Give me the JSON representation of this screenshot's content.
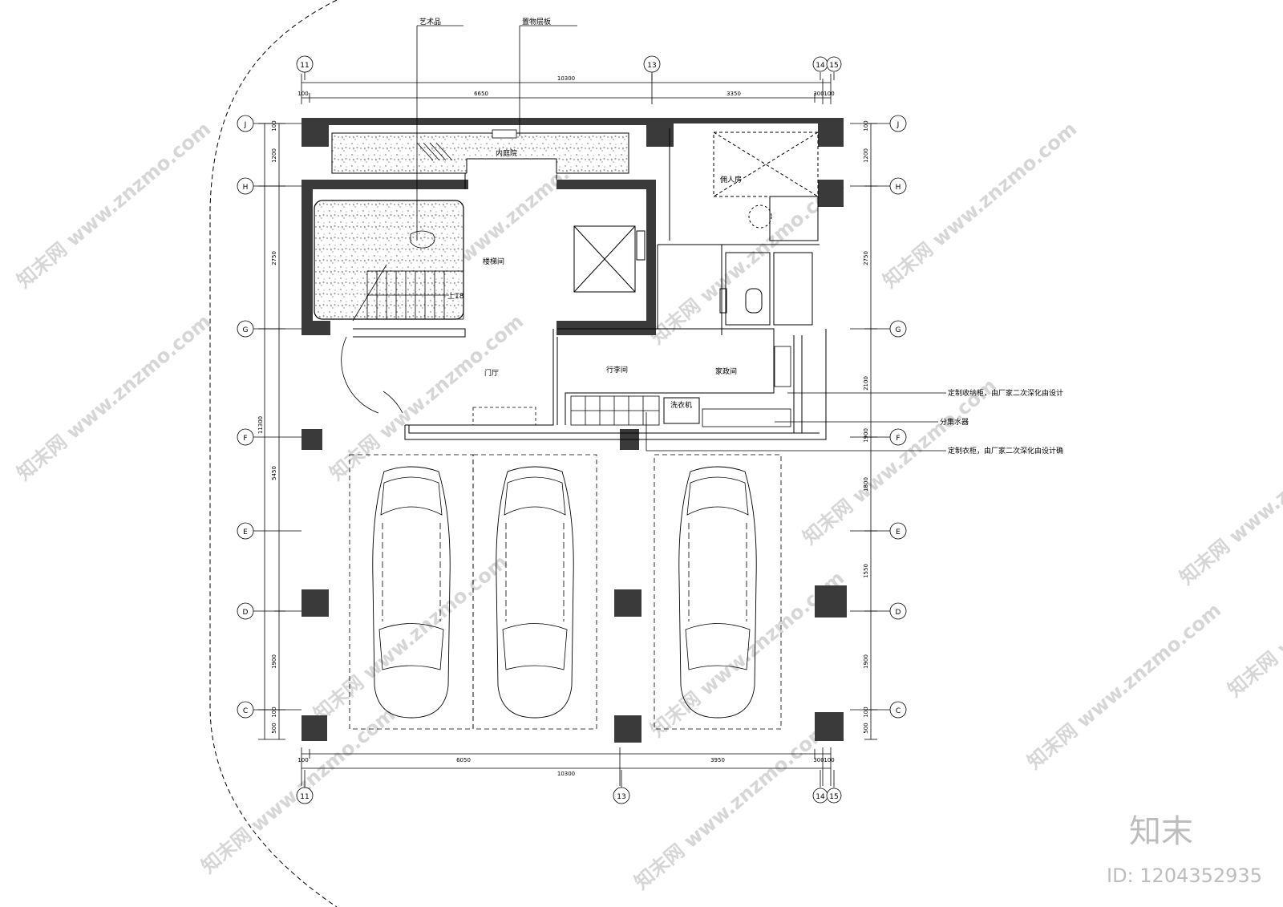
{
  "plan": {
    "rooms": {
      "courtyard": "内庭院",
      "stairwell": "楼梯间",
      "stair_up": "上18",
      "foyer": "门厅",
      "luggage": "行李间",
      "housekeeping": "家政间",
      "maid_room": "佣人房",
      "washer": "洗衣机"
    },
    "callouts": {
      "art": "艺术品",
      "shelf": "置物层板",
      "storage_cabinet": "定制收纳柜，由厂家二次深化由设计",
      "manifold": "分集水器",
      "wardrobe": "定制衣柜，由厂家二次深化由设计确"
    },
    "axes": {
      "columns": [
        "11",
        "13",
        "14",
        "15"
      ],
      "rows": [
        "J",
        "H",
        "G",
        "F",
        "E",
        "D",
        "C"
      ]
    },
    "dimensions": {
      "top_total": "10300",
      "top_segments": [
        "100",
        "6650",
        "3350",
        "300",
        "100"
      ],
      "bottom_total": "10300",
      "bottom_segments": [
        "100",
        "6050",
        "3950",
        "300",
        "100"
      ],
      "left_total": "11300",
      "left_segments": [
        "100",
        "1200",
        "2750",
        "5450",
        "1900",
        "100",
        "500"
      ],
      "right_segments": [
        "100",
        "1200",
        "2750",
        "2100",
        "1900",
        "1800",
        "1550",
        "1900",
        "100",
        "500"
      ]
    },
    "watermark": {
      "site": "www.znzmo.com",
      "brand": "知末网",
      "logo": "知末",
      "id": "ID: 1204352935"
    }
  }
}
